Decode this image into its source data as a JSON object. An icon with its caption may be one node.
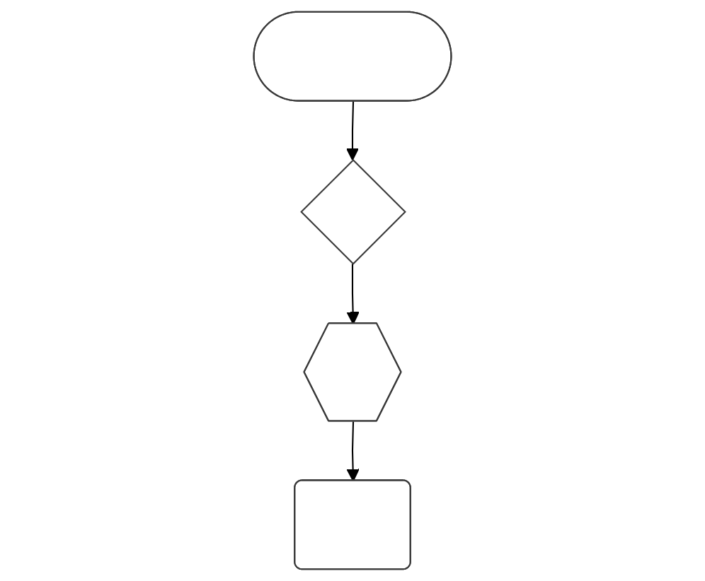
{
  "diagram": {
    "nodes": [
      {
        "text": [],
        "shape": "stadium"
      },
      {
        "text": [],
        "shape": "diamond"
      },
      {
        "text": [],
        "shape": "hexagon"
      },
      {
        "text": [],
        "shape": "box"
      }
    ],
    "edges": [
      {
        "from": 0,
        "to": 1,
        "arrow": "to"
      },
      {
        "from": 1,
        "to": 2,
        "arrow": "to"
      },
      {
        "from": 2,
        "to": 3,
        "arrow": "to"
      }
    ]
  }
}
